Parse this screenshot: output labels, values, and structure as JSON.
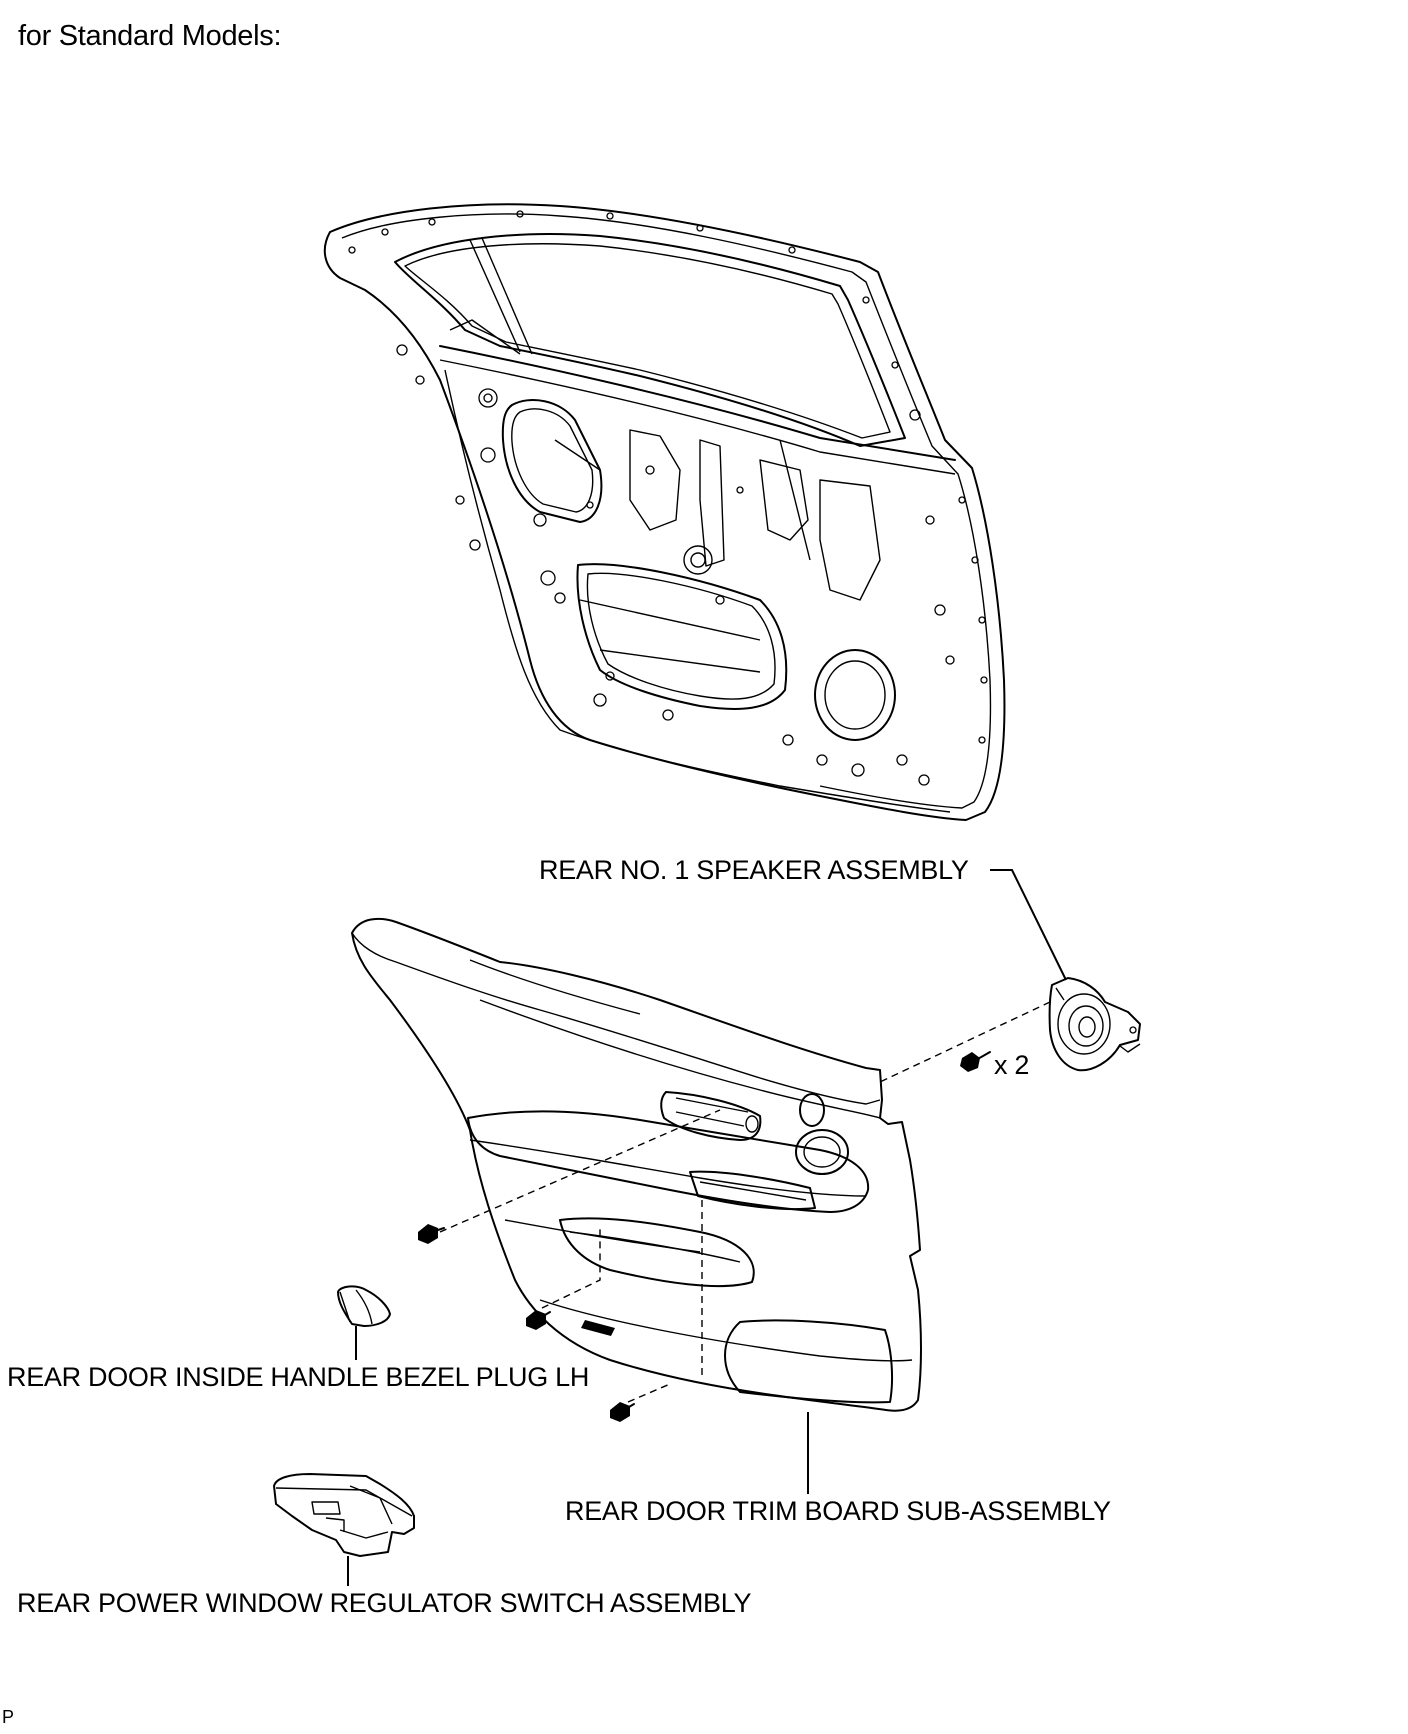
{
  "heading": "for Standard Models:",
  "labels": {
    "speaker": "REAR NO. 1 SPEAKER ASSEMBLY",
    "speaker_qty": "x 2",
    "bezel_plug": "REAR DOOR INSIDE HANDLE BEZEL PLUG LH",
    "trim_board": "REAR DOOR TRIM BOARD SUB-ASSEMBLY",
    "window_switch": "REAR POWER WINDOW REGULATOR SWITCH ASSEMBLY"
  },
  "footer_code": "P"
}
